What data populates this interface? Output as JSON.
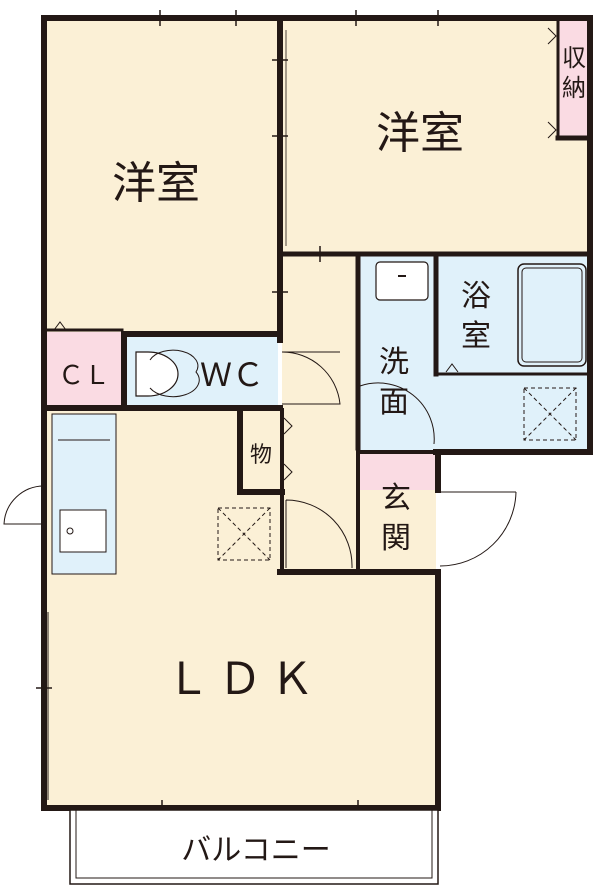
{
  "rooms": {
    "western_left": "洋室",
    "western_right": "洋室",
    "storage_top_line1": "収",
    "storage_top_line2": "納",
    "bath_line1": "浴",
    "bath_line2": "室",
    "washroom_line1": "洗",
    "washroom_line2": "面",
    "closet": "ＣＬ",
    "toilet": "ＷＣ",
    "storage_small": "物",
    "entrance_line1": "玄",
    "entrance_line2": "関",
    "ldk": "ＬＤＫ",
    "balcony": "バルコニー"
  },
  "colors": {
    "floor": "#fbf0d6",
    "wet_area": "#e0f1fa",
    "storage": "#fadbe3",
    "wall": "#231815"
  }
}
